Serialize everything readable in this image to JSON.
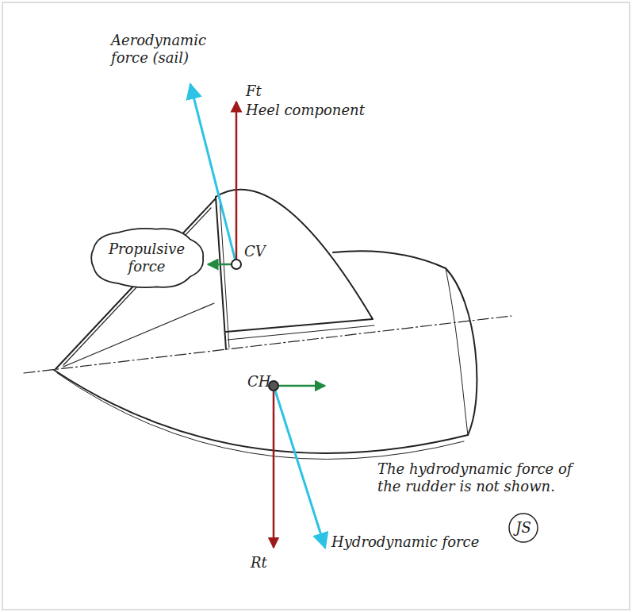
{
  "diagram": {
    "nodes": [
      {
        "text": [
          "Propulsive force"
        ]
      },
      {
        "text": [
          "JS"
        ]
      }
    ],
    "labels": [
      "Aerodynamic force (sail)",
      "Ft",
      "Heel component",
      "CV",
      "CH",
      "Rt",
      "Hydrodynamic force",
      "The hydrodynamic force of the rudder is not shown."
    ]
  }
}
